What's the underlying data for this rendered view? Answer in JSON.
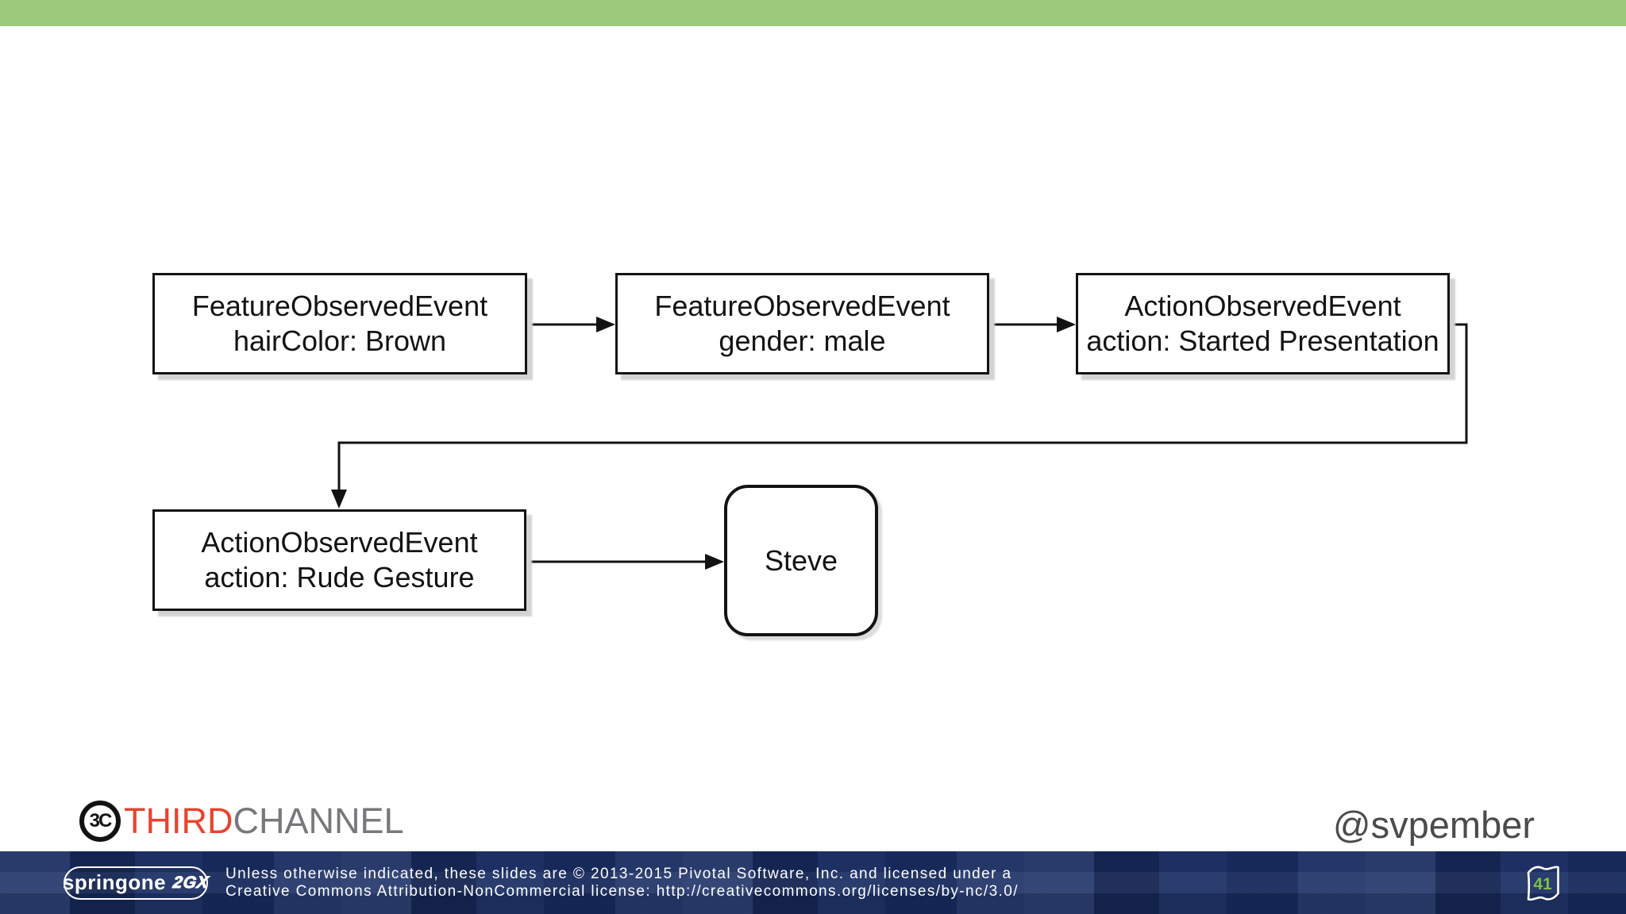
{
  "top_bar": {
    "color": "#9cca7d"
  },
  "diagram": {
    "nodes": [
      {
        "id": "feature-haircolor",
        "line1": "FeatureObservedEvent",
        "line2": "hairColor: Brown"
      },
      {
        "id": "feature-gender",
        "line1": "FeatureObservedEvent",
        "line2": "gender: male"
      },
      {
        "id": "action-started",
        "line1": "ActionObservedEvent",
        "line2": "action: Started Presentation"
      },
      {
        "id": "action-rude",
        "line1": "ActionObservedEvent",
        "line2": "action: Rude Gesture"
      },
      {
        "id": "steve",
        "label": "Steve"
      }
    ],
    "edges": [
      "feature-haircolor -> feature-gender",
      "feature-gender -> action-started",
      "action-started -> action-rude",
      "action-rude -> steve"
    ]
  },
  "footer": {
    "logo": {
      "icon_text": "3C",
      "brand_first": "THIRD",
      "brand_second": "CHANNEL",
      "brand_first_color": "#e8432e",
      "brand_second_color": "#77787b"
    },
    "handle": "@svpember"
  },
  "bottom_bar": {
    "springone_label": "springone",
    "sgx_label": "2GX",
    "license_line1": "Unless otherwise indicated, these slides are © 2013-2015 Pivotal Software, Inc. and licensed under a",
    "license_line2": "Creative Commons Attribution-NonCommercial license: http://creativecommons.org/licenses/by-nc/3.0/",
    "page_number": "41",
    "page_number_color": "#7cc144",
    "bar_color": "#1a2e64"
  }
}
